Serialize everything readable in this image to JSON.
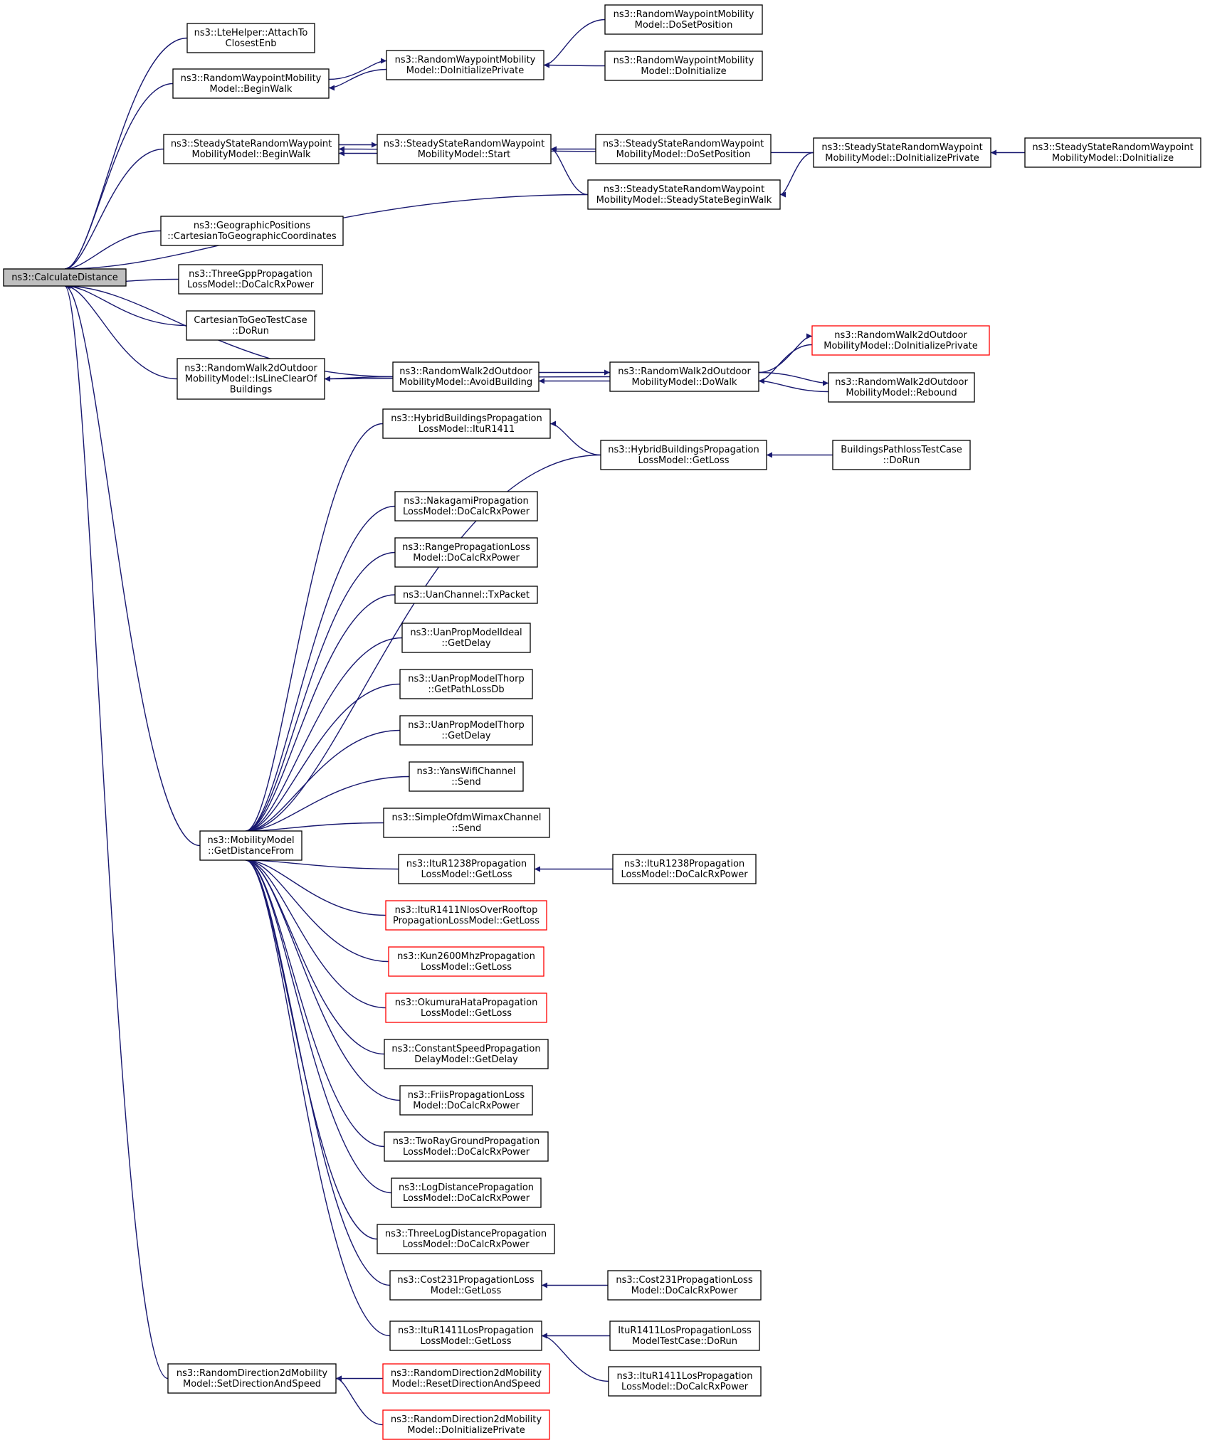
{
  "diagram": {
    "colors": {
      "edge": "#191970",
      "node_border": "#000000",
      "truncated_border": "#ff0000",
      "root_fill": "#bfbfbf"
    },
    "nodes": [
      {
        "id": "n0",
        "lines": [
          "ns3::CalculateDistance"
        ],
        "root": true
      },
      {
        "id": "n1",
        "lines": [
          "ns3::LteHelper::AttachTo",
          "ClosestEnb"
        ]
      },
      {
        "id": "n2",
        "lines": [
          "ns3::RandomWaypointMobility",
          "Model::BeginWalk"
        ]
      },
      {
        "id": "n3",
        "lines": [
          "ns3::RandomWaypointMobility",
          "Model::DoInitializePrivate"
        ]
      },
      {
        "id": "n4",
        "lines": [
          "ns3::RandomWaypointMobility",
          "Model::DoSetPosition"
        ]
      },
      {
        "id": "n5",
        "lines": [
          "ns3::RandomWaypointMobility",
          "Model::DoInitialize"
        ]
      },
      {
        "id": "n6",
        "lines": [
          "ns3::SteadyStateRandomWaypoint",
          "MobilityModel::BeginWalk"
        ]
      },
      {
        "id": "n7",
        "lines": [
          "ns3::SteadyStateRandomWaypoint",
          "MobilityModel::Start"
        ]
      },
      {
        "id": "n8",
        "lines": [
          "ns3::SteadyStateRandomWaypoint",
          "MobilityModel::DoSetPosition"
        ]
      },
      {
        "id": "n9",
        "lines": [
          "ns3::SteadyStateRandomWaypoint",
          "MobilityModel::DoInitializePrivate"
        ]
      },
      {
        "id": "n10",
        "lines": [
          "ns3::SteadyStateRandomWaypoint",
          "MobilityModel::DoInitialize"
        ]
      },
      {
        "id": "n11",
        "lines": [
          "ns3::SteadyStateRandomWaypoint",
          "MobilityModel::SteadyStateBeginWalk"
        ]
      },
      {
        "id": "n12",
        "lines": [
          "ns3::GeographicPositions",
          "::CartesianToGeographicCoordinates"
        ]
      },
      {
        "id": "n13",
        "lines": [
          "ns3::ThreeGppPropagation",
          "LossModel::DoCalcRxPower"
        ]
      },
      {
        "id": "n14",
        "lines": [
          "CartesianToGeoTestCase",
          "::DoRun"
        ]
      },
      {
        "id": "n15",
        "lines": [
          "ns3::RandomWalk2dOutdoor",
          "MobilityModel::IsLineClearOf",
          "Buildings"
        ]
      },
      {
        "id": "n16",
        "lines": [
          "ns3::RandomWalk2dOutdoor",
          "MobilityModel::AvoidBuilding"
        ]
      },
      {
        "id": "n17",
        "lines": [
          "ns3::RandomWalk2dOutdoor",
          "MobilityModel::DoWalk"
        ]
      },
      {
        "id": "n18",
        "lines": [
          "ns3::RandomWalk2dOutdoor",
          "MobilityModel::DoInitializePrivate"
        ],
        "truncated": true
      },
      {
        "id": "n19",
        "lines": [
          "ns3::RandomWalk2dOutdoor",
          "MobilityModel::Rebound"
        ]
      },
      {
        "id": "n20",
        "lines": [
          "ns3::HybridBuildingsPropagation",
          "LossModel::ItuR1411"
        ]
      },
      {
        "id": "n21",
        "lines": [
          "ns3::HybridBuildingsPropagation",
          "LossModel::GetLoss"
        ]
      },
      {
        "id": "n22",
        "lines": [
          "BuildingsPathlossTestCase",
          "::DoRun"
        ]
      },
      {
        "id": "n23",
        "lines": [
          "ns3::NakagamiPropagation",
          "LossModel::DoCalcRxPower"
        ]
      },
      {
        "id": "n24",
        "lines": [
          "ns3::RangePropagationLoss",
          "Model::DoCalcRxPower"
        ]
      },
      {
        "id": "n25",
        "lines": [
          "ns3::UanChannel::TxPacket"
        ]
      },
      {
        "id": "n26",
        "lines": [
          "ns3::UanPropModelIdeal",
          "::GetDelay"
        ]
      },
      {
        "id": "n27",
        "lines": [
          "ns3::UanPropModelThorp",
          "::GetPathLossDb"
        ]
      },
      {
        "id": "n28",
        "lines": [
          "ns3::UanPropModelThorp",
          "::GetDelay"
        ]
      },
      {
        "id": "n29",
        "lines": [
          "ns3::YansWifiChannel",
          "::Send"
        ]
      },
      {
        "id": "n30",
        "lines": [
          "ns3::SimpleOfdmWimaxChannel",
          "::Send"
        ]
      },
      {
        "id": "n31",
        "lines": [
          "ns3::MobilityModel",
          "::GetDistanceFrom"
        ]
      },
      {
        "id": "n32",
        "lines": [
          "ns3::ItuR1238Propagation",
          "LossModel::GetLoss"
        ]
      },
      {
        "id": "n33",
        "lines": [
          "ns3::ItuR1238Propagation",
          "LossModel::DoCalcRxPower"
        ]
      },
      {
        "id": "n34",
        "lines": [
          "ns3::ItuR1411NlosOverRooftop",
          "PropagationLossModel::GetLoss"
        ],
        "truncated": true
      },
      {
        "id": "n35",
        "lines": [
          "ns3::Kun2600MhzPropagation",
          "LossModel::GetLoss"
        ],
        "truncated": true
      },
      {
        "id": "n36",
        "lines": [
          "ns3::OkumuraHataPropagation",
          "LossModel::GetLoss"
        ],
        "truncated": true
      },
      {
        "id": "n37",
        "lines": [
          "ns3::ConstantSpeedPropagation",
          "DelayModel::GetDelay"
        ]
      },
      {
        "id": "n38",
        "lines": [
          "ns3::FriisPropagationLoss",
          "Model::DoCalcRxPower"
        ]
      },
      {
        "id": "n39",
        "lines": [
          "ns3::TwoRayGroundPropagation",
          "LossModel::DoCalcRxPower"
        ]
      },
      {
        "id": "n40",
        "lines": [
          "ns3::LogDistancePropagation",
          "LossModel::DoCalcRxPower"
        ]
      },
      {
        "id": "n41",
        "lines": [
          "ns3::ThreeLogDistancePropagation",
          "LossModel::DoCalcRxPower"
        ]
      },
      {
        "id": "n42",
        "lines": [
          "ns3::Cost231PropagationLoss",
          "Model::GetLoss"
        ]
      },
      {
        "id": "n43",
        "lines": [
          "ns3::Cost231PropagationLoss",
          "Model::DoCalcRxPower"
        ]
      },
      {
        "id": "n44",
        "lines": [
          "ns3::ItuR1411LosPropagation",
          "LossModel::GetLoss"
        ]
      },
      {
        "id": "n45",
        "lines": [
          "ItuR1411LosPropagationLoss",
          "ModelTestCase::DoRun"
        ]
      },
      {
        "id": "n46",
        "lines": [
          "ns3::ItuR1411LosPropagation",
          "LossModel::DoCalcRxPower"
        ]
      },
      {
        "id": "n47",
        "lines": [
          "ns3::RandomDirection2dMobility",
          "Model::SetDirectionAndSpeed"
        ]
      },
      {
        "id": "n48",
        "lines": [
          "ns3::RandomDirection2dMobility",
          "Model::ResetDirectionAndSpeed"
        ],
        "truncated": true
      },
      {
        "id": "n49",
        "lines": [
          "ns3::RandomDirection2dMobility",
          "Model::DoInitializePrivate"
        ],
        "truncated": true
      }
    ],
    "edges": [
      [
        "n1",
        "n0"
      ],
      [
        "n2",
        "n0"
      ],
      [
        "n6",
        "n0"
      ],
      [
        "n11",
        "n0"
      ],
      [
        "n12",
        "n0"
      ],
      [
        "n13",
        "n0"
      ],
      [
        "n14",
        "n0"
      ],
      [
        "n15",
        "n0"
      ],
      [
        "n16",
        "n0"
      ],
      [
        "n31",
        "n0"
      ],
      [
        "n47",
        "n0"
      ],
      [
        "n3",
        "n2"
      ],
      [
        "n2",
        "n3"
      ],
      [
        "n4",
        "n3"
      ],
      [
        "n5",
        "n3"
      ],
      [
        "n7",
        "n6"
      ],
      [
        "n6",
        "n7"
      ],
      [
        "n9",
        "n6"
      ],
      [
        "n8",
        "n7"
      ],
      [
        "n11",
        "n7"
      ],
      [
        "n9",
        "n11"
      ],
      [
        "n10",
        "n9"
      ],
      [
        "n16",
        "n15"
      ],
      [
        "n17",
        "n15"
      ],
      [
        "n17",
        "n16"
      ],
      [
        "n16",
        "n17"
      ],
      [
        "n18",
        "n17"
      ],
      [
        "n17",
        "n18"
      ],
      [
        "n19",
        "n17"
      ],
      [
        "n17",
        "n19"
      ],
      [
        "n21",
        "n20"
      ],
      [
        "n22",
        "n21"
      ],
      [
        "n33",
        "n32"
      ],
      [
        "n43",
        "n42"
      ],
      [
        "n45",
        "n44"
      ],
      [
        "n46",
        "n44"
      ],
      [
        "n48",
        "n47"
      ],
      [
        "n49",
        "n47"
      ],
      [
        "n20",
        "n31"
      ],
      [
        "n21",
        "n31"
      ],
      [
        "n23",
        "n31"
      ],
      [
        "n24",
        "n31"
      ],
      [
        "n25",
        "n31"
      ],
      [
        "n26",
        "n31"
      ],
      [
        "n27",
        "n31"
      ],
      [
        "n28",
        "n31"
      ],
      [
        "n29",
        "n31"
      ],
      [
        "n30",
        "n31"
      ],
      [
        "n32",
        "n31"
      ],
      [
        "n34",
        "n31"
      ],
      [
        "n35",
        "n31"
      ],
      [
        "n36",
        "n31"
      ],
      [
        "n37",
        "n31"
      ],
      [
        "n38",
        "n31"
      ],
      [
        "n39",
        "n31"
      ],
      [
        "n40",
        "n31"
      ],
      [
        "n41",
        "n31"
      ],
      [
        "n42",
        "n31"
      ],
      [
        "n44",
        "n31"
      ]
    ]
  }
}
